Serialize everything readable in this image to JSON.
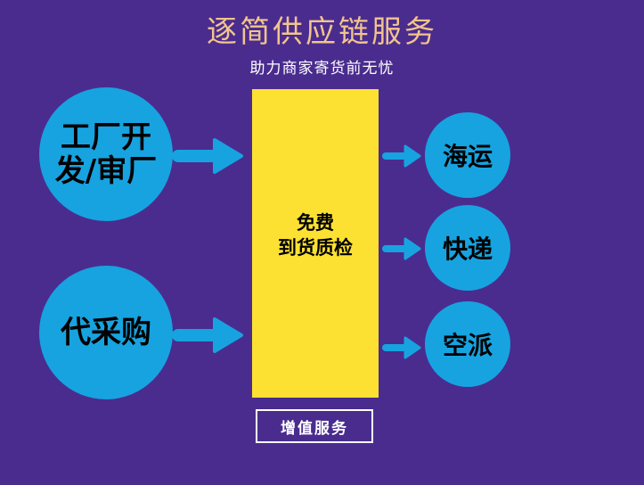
{
  "header": {
    "title": "逐简供应链服务",
    "subtitle": "助力商家寄货前无忧"
  },
  "left_nodes": [
    {
      "label": "工厂开\n发/审厂"
    },
    {
      "label": "代采购"
    }
  ],
  "center": {
    "label": "免费\n到货质检"
  },
  "right_nodes": [
    {
      "label": "海运"
    },
    {
      "label": "快递"
    },
    {
      "label": "空派"
    }
  ],
  "footer": {
    "addon_label": "增值服务"
  },
  "colors": {
    "background": "#4a2c8f",
    "title": "#f2c48c",
    "circle": "#17a3e0",
    "arrow": "#17a3e0",
    "center_box": "#fde132"
  }
}
